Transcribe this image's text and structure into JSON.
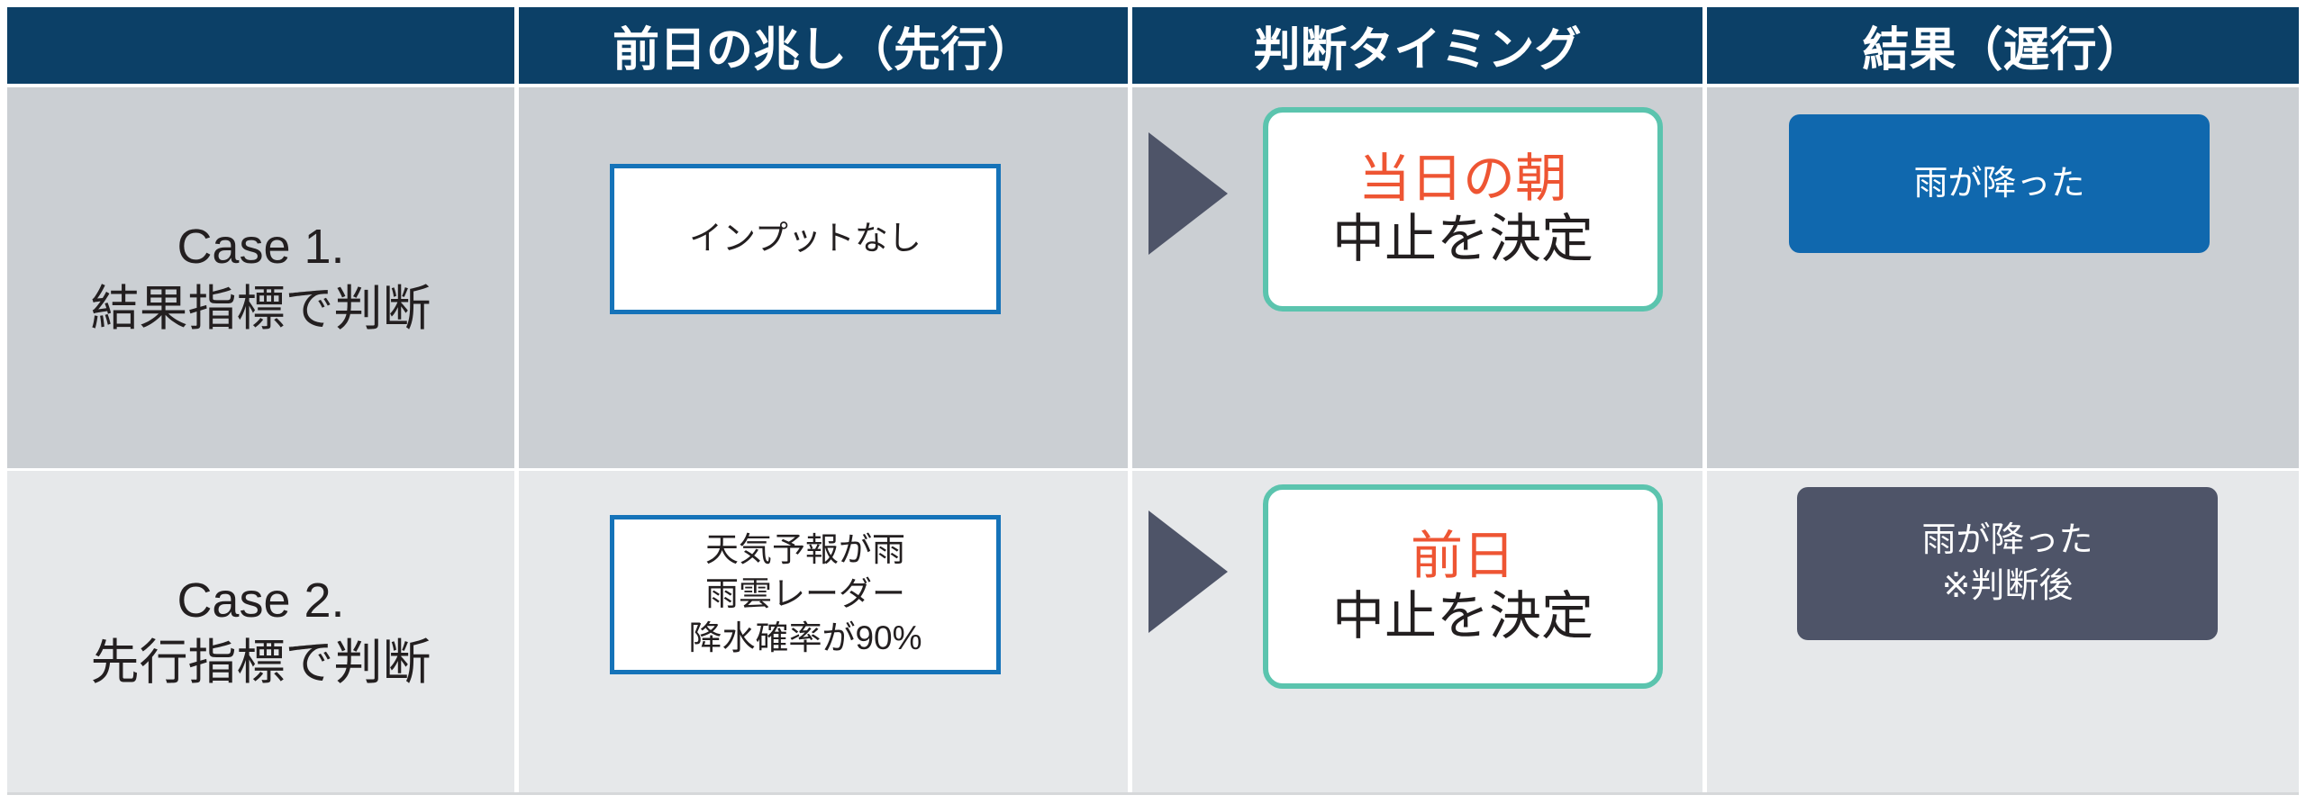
{
  "table": {
    "headers": [
      {
        "label": ""
      },
      {
        "label": "前日の兆し（先行）"
      },
      {
        "label": "判断タイミング"
      },
      {
        "label": "結果（遅行）"
      }
    ],
    "rows": [
      {
        "case_title": "Case 1.",
        "case_subtitle": "結果指標で判断",
        "signal_box": {
          "lines": [
            "インプットなし"
          ]
        },
        "arrow": "triangle-right-icon",
        "decision_box": {
          "timing": "当日の朝",
          "action": "中止を決定"
        },
        "result_box": {
          "lines": [
            "雨が降った"
          ]
        }
      },
      {
        "case_title": "Case 2.",
        "case_subtitle": "先行指標で判断",
        "signal_box": {
          "lines": [
            "天気予報が雨",
            "雨雲レーダー",
            "降水確率が90%"
          ]
        },
        "arrow": "triangle-right-icon",
        "decision_box": {
          "timing": "前日",
          "action": "中止を決定"
        },
        "result_box": {
          "lines": [
            "雨が降った",
            "※判断後"
          ]
        }
      }
    ]
  },
  "colors": {
    "header_bg": "#0C4067",
    "row1_bg": "#CBCFD3",
    "row2_bg": "#E6E8EA",
    "signal_border": "#1573B9",
    "decision_border": "#5BC4AE",
    "timing_text": "#EE5533",
    "result_case1_bg": "#1068AE",
    "result_case2_bg": "#4E5468",
    "arrow_fill": "#4E5468"
  }
}
